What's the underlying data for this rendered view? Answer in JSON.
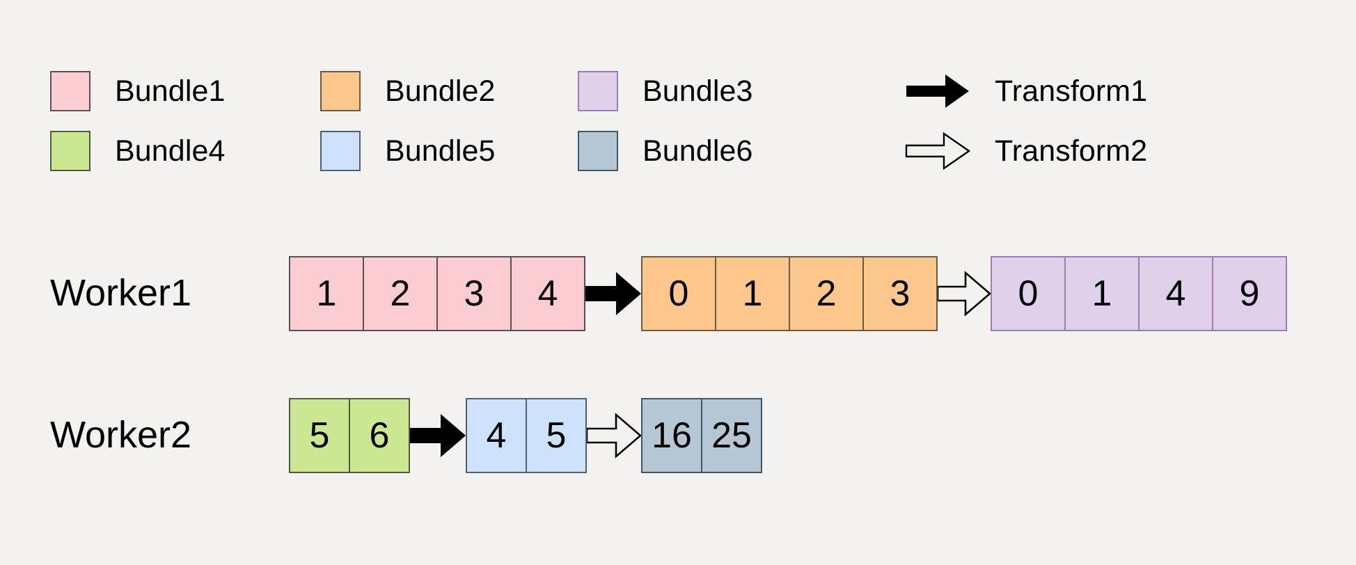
{
  "background_color": "#f4f2ee",
  "legend": {
    "rows": [
      [
        {
          "label": "Bundle1",
          "kind": "swatch",
          "color": "#fbccd0",
          "icon": "bundle1-swatch"
        },
        {
          "label": "Bundle2",
          "kind": "swatch",
          "color": "#fbc78c",
          "icon": "bundle2-swatch"
        },
        {
          "label": "Bundle3",
          "kind": "swatch",
          "color": "#ded1e9",
          "icon": "bundle3-swatch"
        },
        {
          "label": "Transform1",
          "kind": "arrow-solid",
          "color": "#000000",
          "icon": "solid-arrow-icon"
        }
      ],
      [
        {
          "label": "Bundle4",
          "kind": "swatch",
          "color": "#cce791",
          "icon": "bundle4-swatch"
        },
        {
          "label": "Bundle5",
          "kind": "swatch",
          "color": "#cde3fb",
          "icon": "bundle5-swatch"
        },
        {
          "label": "Bundle6",
          "kind": "swatch",
          "color": "#b5c7d3",
          "icon": "bundle6-swatch"
        },
        {
          "label": "Transform2",
          "kind": "arrow-hollow",
          "color": "#ffffff",
          "icon": "hollow-arrow-icon"
        }
      ]
    ]
  },
  "workers": [
    {
      "label": "Worker1",
      "bundles": [
        {
          "name": "Bundle1",
          "color": "#fbccd0",
          "values": [
            "1",
            "2",
            "3",
            "4"
          ]
        },
        {
          "name": "Bundle2",
          "color": "#fbc78c",
          "values": [
            "0",
            "1",
            "2",
            "3"
          ]
        },
        {
          "name": "Bundle3",
          "color": "#ded1e9",
          "values": [
            "0",
            "1",
            "4",
            "9"
          ]
        }
      ],
      "transforms": [
        "Transform1",
        "Transform2"
      ]
    },
    {
      "label": "Worker2",
      "bundles": [
        {
          "name": "Bundle4",
          "color": "#cce791",
          "values": [
            "5",
            "6"
          ]
        },
        {
          "name": "Bundle5",
          "color": "#cde3fb",
          "values": [
            "4",
            "5"
          ]
        },
        {
          "name": "Bundle6",
          "color": "#b5c7d3",
          "values": [
            "16",
            "25"
          ]
        }
      ],
      "transforms": [
        "Transform1",
        "Transform2"
      ]
    }
  ],
  "w1": {
    "b1": {
      "c0": "1",
      "c1": "2",
      "c2": "3",
      "c3": "4"
    },
    "b2": {
      "c0": "0",
      "c1": "1",
      "c2": "2",
      "c3": "3"
    },
    "b3": {
      "c0": "0",
      "c1": "1",
      "c2": "4",
      "c3": "9"
    },
    "label": "Worker1"
  },
  "w2": {
    "b4": {
      "c0": "5",
      "c1": "6"
    },
    "b5": {
      "c0": "4",
      "c1": "5"
    },
    "b6": {
      "c0": "16",
      "c1": "25"
    },
    "label": "Worker2"
  },
  "legend_labels": {
    "bundle1": "Bundle1",
    "bundle2": "Bundle2",
    "bundle3": "Bundle3",
    "bundle4": "Bundle4",
    "bundle5": "Bundle5",
    "bundle6": "Bundle6",
    "transform1": "Transform1",
    "transform2": "Transform2"
  }
}
